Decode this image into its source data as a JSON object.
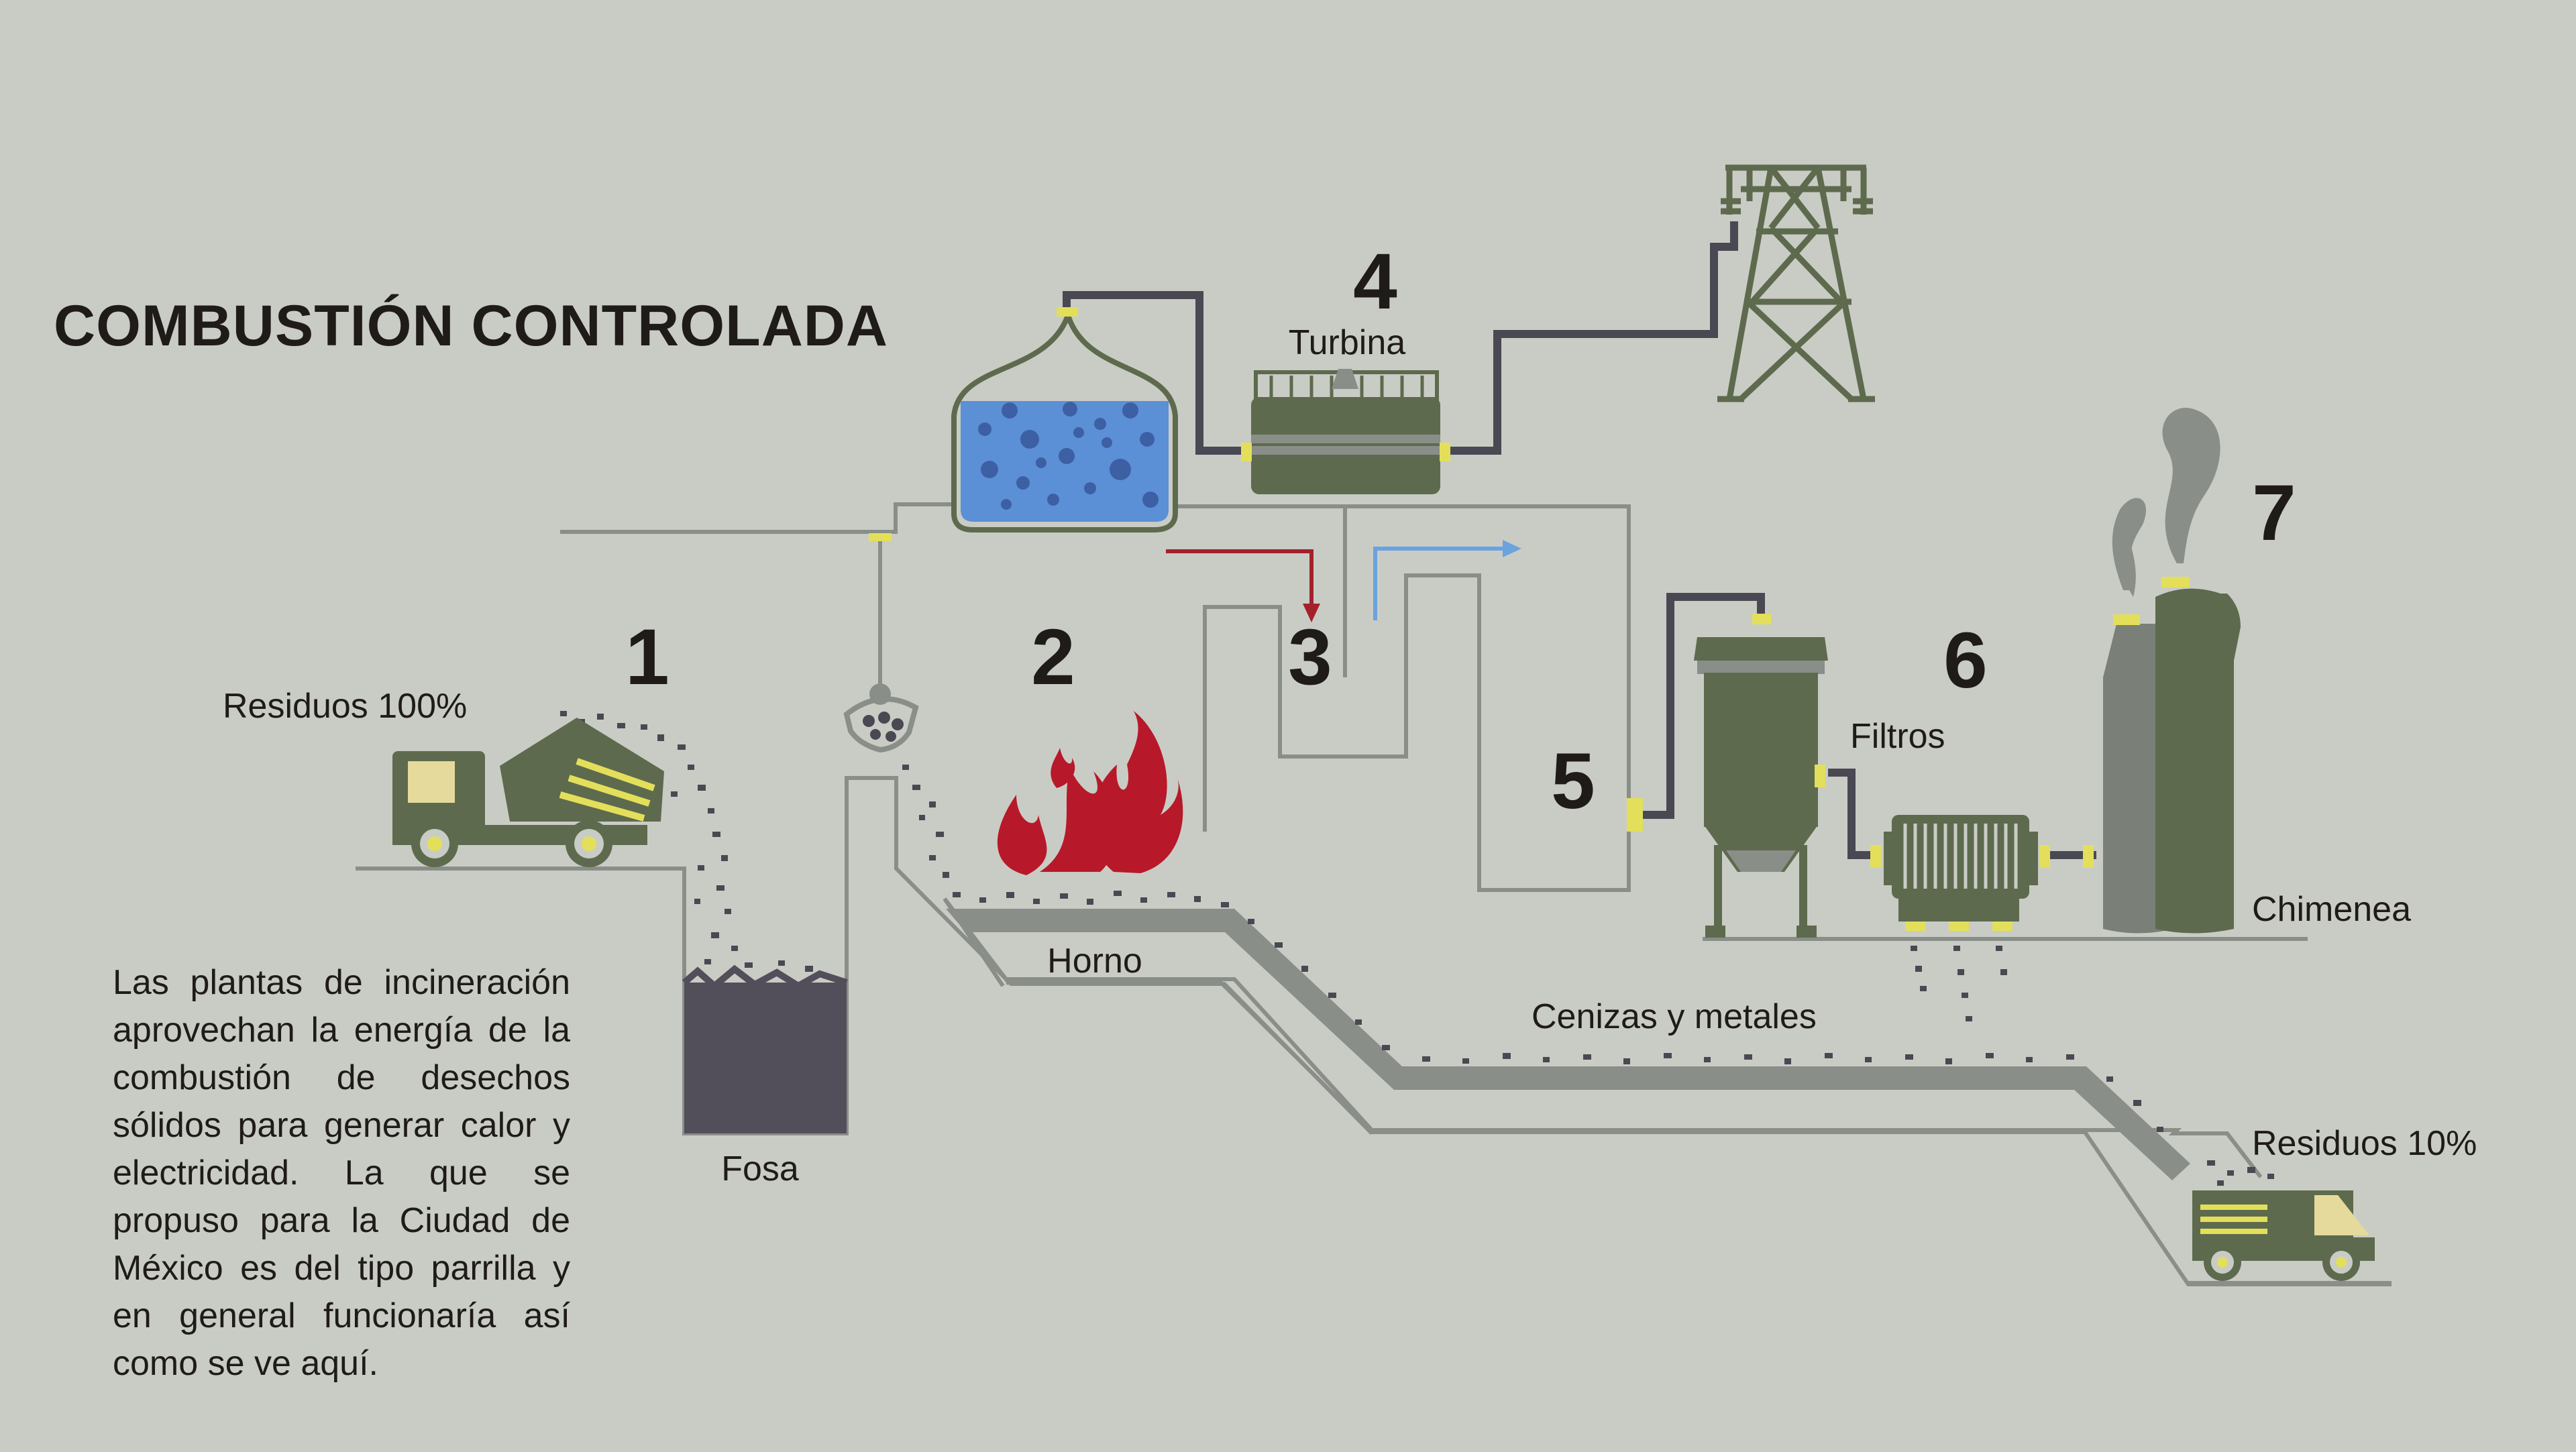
{
  "title": "COMBUSTIÓN CONTROLADA",
  "steps": [
    "1",
    "2",
    "3",
    "4",
    "5",
    "6",
    "7"
  ],
  "labels": {
    "residuos_100": "Residuos 100%",
    "fosa": "Fosa",
    "horno": "Horno",
    "turbina": "Turbina",
    "filtros": "Filtros",
    "chimenea": "Chimenea",
    "cenizas": "Cenizas y metales",
    "residuos_10": "Residuos 10%"
  },
  "description": "Las plantas de incineración aprovechan la energía de la combustión de desechos sólidos para generar calor y electricidad. La que se propuso para la Ciudad de México es del tipo parrilla y en general funcionaría así como se ve aquí.",
  "colors": {
    "background": "#c9ccc5",
    "machine": "#5e6a4d",
    "outline": "#8a8e88",
    "pipe_dark": "#4a4852",
    "water": "#5b8fd6",
    "fire": "#b7192a",
    "hot_arrow": "#a3212a",
    "cold_arrow": "#6aa3de",
    "accent_yellow": "#e3df5a",
    "pit": "#524f5a",
    "tower": "#5e6a4d"
  },
  "icons": [
    "truck-icon",
    "crane-grab-icon",
    "fire-icon",
    "boiler-icon",
    "turbine-icon",
    "pylon-icon",
    "cyclone-filter-icon",
    "bag-filter-icon",
    "chimney-icon",
    "smoke-icon"
  ]
}
